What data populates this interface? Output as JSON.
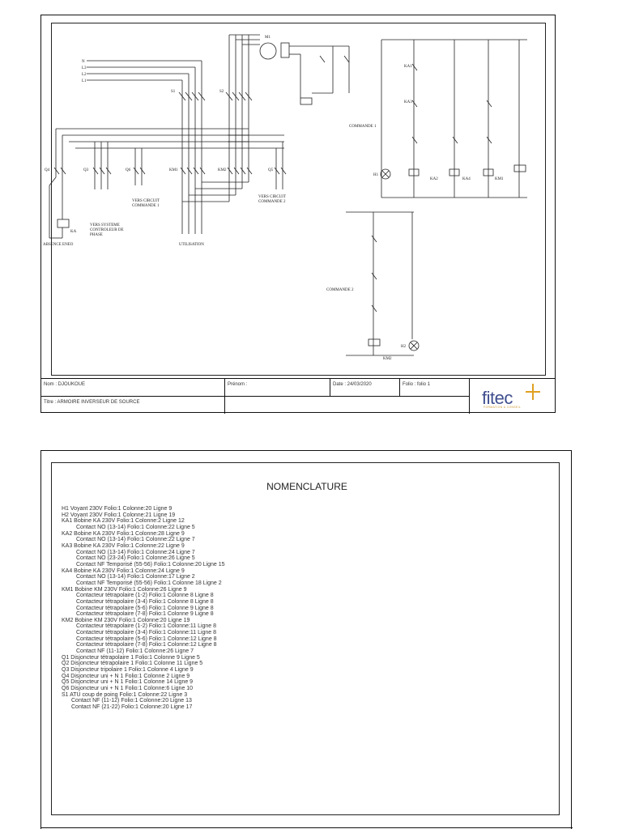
{
  "sheet1": {
    "labels": {
      "commande1": "COMMANDE 1",
      "commande2": "COMMANDE 2",
      "vers_circuit_cmd1": [
        "VERS CIRCUIT",
        "COMMANDE 1"
      ],
      "vers_circuit_cmd2": [
        "VERS CIRCUIT",
        "COMMANDE 2"
      ],
      "vers_systeme": [
        "VERS SYSTEME",
        "CONTROLEUR DE",
        "PHASE"
      ],
      "absence_eneo": "ABSENCE ENEO",
      "utilisation": "UTILISATION",
      "q4": "Q4",
      "q3": "Q3",
      "q6": "Q6",
      "q5": "Q5",
      "s1": "S1",
      "s2": "S2",
      "km1": "KM1",
      "km2": "KM2",
      "ka": "KA",
      "ka1": "KA1",
      "ka2": "KA2",
      "ka3": "KA3",
      "ka4": "KA4",
      "km1_coil": "KM1",
      "km2_coil": "KM2",
      "h1": "H1",
      "h2": "H2",
      "ma": "M1",
      "l1": "L1",
      "l2": "L2",
      "l3": "L3",
      "n": "N"
    },
    "title_block": {
      "nom": "Nom : DJOUKOUE",
      "prenom": "Prénom :",
      "date": "Date : 24/03/2020",
      "folio": "Folio : folio 1",
      "titre": "Titre : ARMOIRE INVERSEUR DE SOURCE"
    },
    "logo": {
      "word": "fitec",
      "tagline": "FORMATION & CONSEIL",
      "color": "#3f4f8e",
      "accent": "#e0a020"
    }
  },
  "sheet2": {
    "title": "NOMENCLATURE",
    "items": [
      {
        "level": 0,
        "text": "H1 Voyant 230V  Folio:1  Colonne:20 Ligne 9"
      },
      {
        "level": 0,
        "text": "H2 Voyant 230V  Folio:1  Colonne:21 Ligne 19"
      },
      {
        "level": 0,
        "text": "KA1 Bobine KA 230V  Folio:1  Colonne:2 Ligne 12"
      },
      {
        "level": 1,
        "text": "Contact NO  (13-14)  Folio:1  Colonne:22 Ligne 5"
      },
      {
        "level": 0,
        "text": "KA2 Bobine KA 230V  Folio:1  Colonne:28 Ligne 9"
      },
      {
        "level": 1,
        "text": "Contact NO  (13-14)  Folio:1  Colonne:22 Ligne 7"
      },
      {
        "level": 0,
        "text": "KA3 Bobine KA 230V  Folio:1  Colonne:22 Ligne 9"
      },
      {
        "level": 1,
        "text": "Contact NO  (13-14)  Folio:1  Colonne:24 Ligne 7"
      },
      {
        "level": 1,
        "text": "Contact NO  (23-24)  Folio:1  Colonne:26 Ligne 5"
      },
      {
        "level": 1,
        "text": "Contact NF Temporisé  (55-56)  Folio:1  Colonne:20 Ligne 15"
      },
      {
        "level": 0,
        "text": "KA4 Bobine KA 230V  Folio:1  Colonne:24 Ligne 9"
      },
      {
        "level": 1,
        "text": "Contact NO  (13-14)  Folio:1  Colonne:17 Ligne 2"
      },
      {
        "level": 1,
        "text": "Contact NF Temporisé  (55-56)  Folio:1  Colonne 18 Ligne 2"
      },
      {
        "level": 0,
        "text": "KM1 Bobine KM 230V  Folio:1  Colonne:26 Ligne 9"
      },
      {
        "level": 2,
        "text": "Contacteur tétrapolaire  (1-2)  Folio:1  Colonne 8 Ligne 8"
      },
      {
        "level": 2,
        "text": "Contacteur tétrapolaire  (3-4)  Folio:1  Colonne 8 Ligne 8"
      },
      {
        "level": 2,
        "text": "Contacteur tétrapolaire  (5-6)  Folio:1  Colonne 9 Ligne 8"
      },
      {
        "level": 2,
        "text": "Contacteur tétrapolaire  (7-8)  Folio:1  Colonne 9 Ligne 8"
      },
      {
        "level": 0,
        "text": "KM2 Bobine KM 230V  Folio:1  Colonne:20 Ligne 19"
      },
      {
        "level": 2,
        "text": "Contacteur tétrapolaire  (1-2)  Folio:1  Colonne:11 Ligne 8"
      },
      {
        "level": 2,
        "text": "Contacteur tétrapolaire  (3-4)  Folio:1  Colonne:11 Ligne 8"
      },
      {
        "level": 2,
        "text": "Contacteur tétrapolaire  (5-6)  Folio:1  Colonne:12 Ligne 8"
      },
      {
        "level": 2,
        "text": "Contacteur tétrapolaire  (7-8)  Folio:1  Colonne:12 Ligne 8"
      },
      {
        "level": 2,
        "text": "Contact NF  (11-12)  Folio:1  Colonne:26 Ligne 7"
      },
      {
        "level": 0,
        "text": "Q1 Disjoncteur tétrapolaire 1  Folio:1  Colonne 9 Ligne 5"
      },
      {
        "level": 0,
        "text": "Q2 Disjoncteur tétrapolaire 1  Folio:1  Colonne 11 Ligne 5"
      },
      {
        "level": 0,
        "text": "Q3 Disjoncteur tripolaire 1  Folio:1  Colonne 4 Ligne 9"
      },
      {
        "level": 0,
        "text": "Q4 Disjoncteur uni + N 1  Folio:1  Colonne 2 Ligne 9"
      },
      {
        "level": 0,
        "text": "Q5 Disjoncteur uni + N 1  Folio:1  Colonne 14 Ligne 9"
      },
      {
        "level": 0,
        "text": "Q6 Disjoncteur uni + N 1  Folio:1  Colonne:6 Ligne 10"
      },
      {
        "level": 0,
        "text": "S1 ATU coup de poing  Folio:1  Colonne:22 Ligne 3"
      },
      {
        "level": 3,
        "text": "Contact NF  (11-12)  Folio:1  Colonne:20 Ligne 13"
      },
      {
        "level": 3,
        "text": "Contact NF  (21-22)  Folio:1  Colonne:20 Ligne 17"
      }
    ]
  }
}
